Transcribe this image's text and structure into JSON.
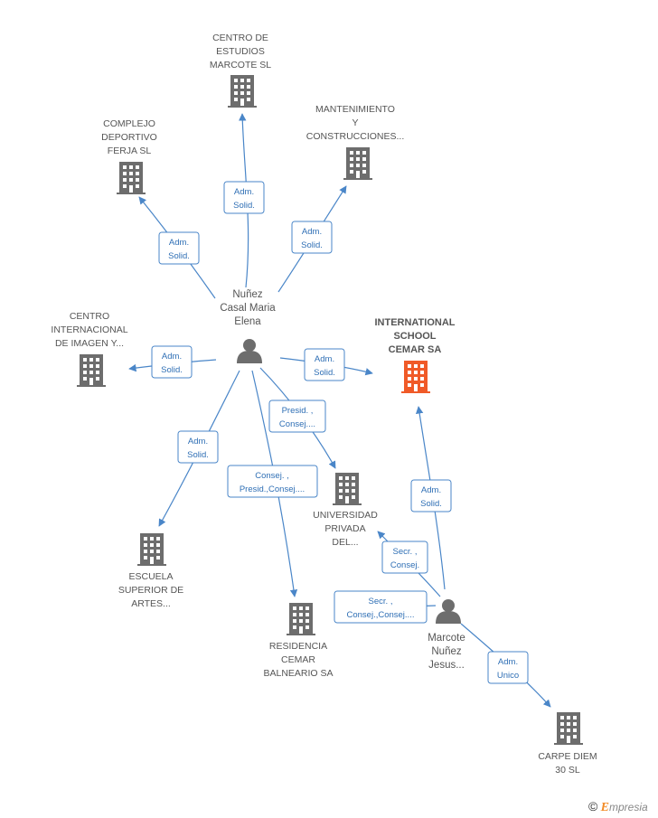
{
  "nodes": {
    "main_company": {
      "lines": [
        "INTERNATIONAL",
        "SCHOOL",
        "CEMAR SA"
      ]
    },
    "centro_estudios": {
      "lines": [
        "CENTRO DE",
        "ESTUDIOS",
        "MARCOTE SL"
      ]
    },
    "complejo": {
      "lines": [
        "COMPLEJO",
        "DEPORTIVO",
        "FERJA SL"
      ]
    },
    "mantenimiento": {
      "lines": [
        "MANTENIMIENTO",
        "Y",
        "CONSTRUCCIONES..."
      ]
    },
    "centro_internacional": {
      "lines": [
        "CENTRO",
        "INTERNACIONAL",
        "DE IMAGEN Y..."
      ]
    },
    "universidad": {
      "lines": [
        "UNIVERSIDAD",
        "PRIVADA",
        "DEL..."
      ]
    },
    "escuela": {
      "lines": [
        "ESCUELA",
        "SUPERIOR DE",
        "ARTES..."
      ]
    },
    "residencia": {
      "lines": [
        "RESIDENCIA",
        "CEMAR",
        "BALNEARIO SA"
      ]
    },
    "carpe_diem": {
      "lines": [
        "CARPE DIEM",
        "30 SL"
      ]
    },
    "person_nunez": {
      "lines": [
        "Nuñez",
        "Casal Maria",
        "Elena"
      ]
    },
    "person_marcote": {
      "lines": [
        "Marcote",
        "Nuñez",
        "Jesus..."
      ]
    }
  },
  "relations": {
    "to_centro_estudios": [
      "Adm.",
      "Solid."
    ],
    "to_complejo": [
      "Adm.",
      "Solid."
    ],
    "to_mantenimiento": [
      "Adm.",
      "Solid."
    ],
    "to_centro_internacional": [
      "Adm.",
      "Solid."
    ],
    "to_main_company_nunez": [
      "Adm.",
      "Solid."
    ],
    "to_universidad_nunez": [
      "Presid. ,",
      "Consej...."
    ],
    "to_escuela": [
      "Adm.",
      "Solid."
    ],
    "to_residencia": [
      "Consej. ,",
      "Presid.,Consej...."
    ],
    "to_main_company_marcote": [
      "Adm.",
      "Solid."
    ],
    "to_universidad_marcote": [
      "Secr. ,",
      "Consej."
    ],
    "to_residencia_marcote": [
      "Secr. ,",
      "Consej.,Consej...."
    ],
    "to_carpe_diem": [
      "Adm.",
      "Unico"
    ]
  },
  "colors": {
    "company_icon": "#6d6d6d",
    "main_company_icon": "#f05a28",
    "person_icon": "#6d6d6d",
    "edge": "#4a86c8"
  },
  "footer": {
    "copyright": "©",
    "brand_initial": "E",
    "brand_rest": "mpresia"
  }
}
